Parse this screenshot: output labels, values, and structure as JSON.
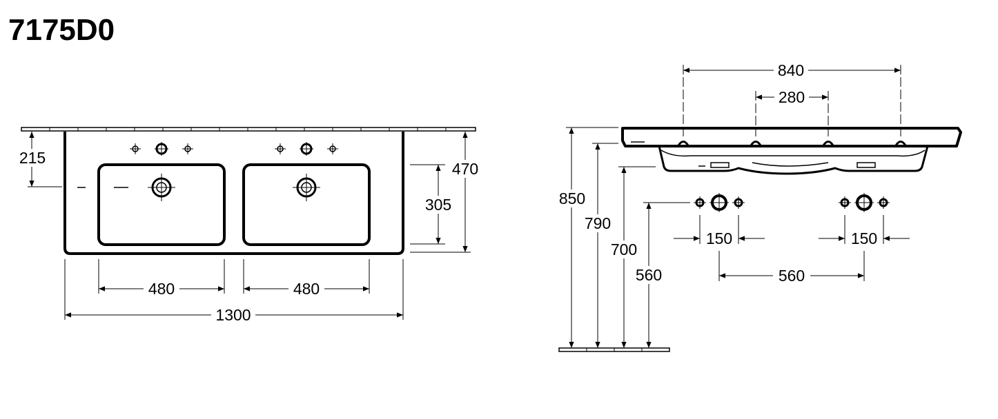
{
  "product_code": "7175D0",
  "front_view": {
    "dimensions": {
      "overall_width": "1300",
      "basin_width_left": "480",
      "basin_width_right": "480",
      "overall_depth": "470",
      "basin_depth": "305",
      "rim_to_overflow": "215"
    }
  },
  "side_view": {
    "dimensions": {
      "tap_hole_span_outer": "840",
      "tap_hole_span_inner": "280",
      "total_height": "850",
      "height_790": "790",
      "height_700": "700",
      "height_560": "560",
      "tap_spacing_left": "150",
      "tap_spacing_right": "150",
      "drain_spacing": "560"
    }
  }
}
